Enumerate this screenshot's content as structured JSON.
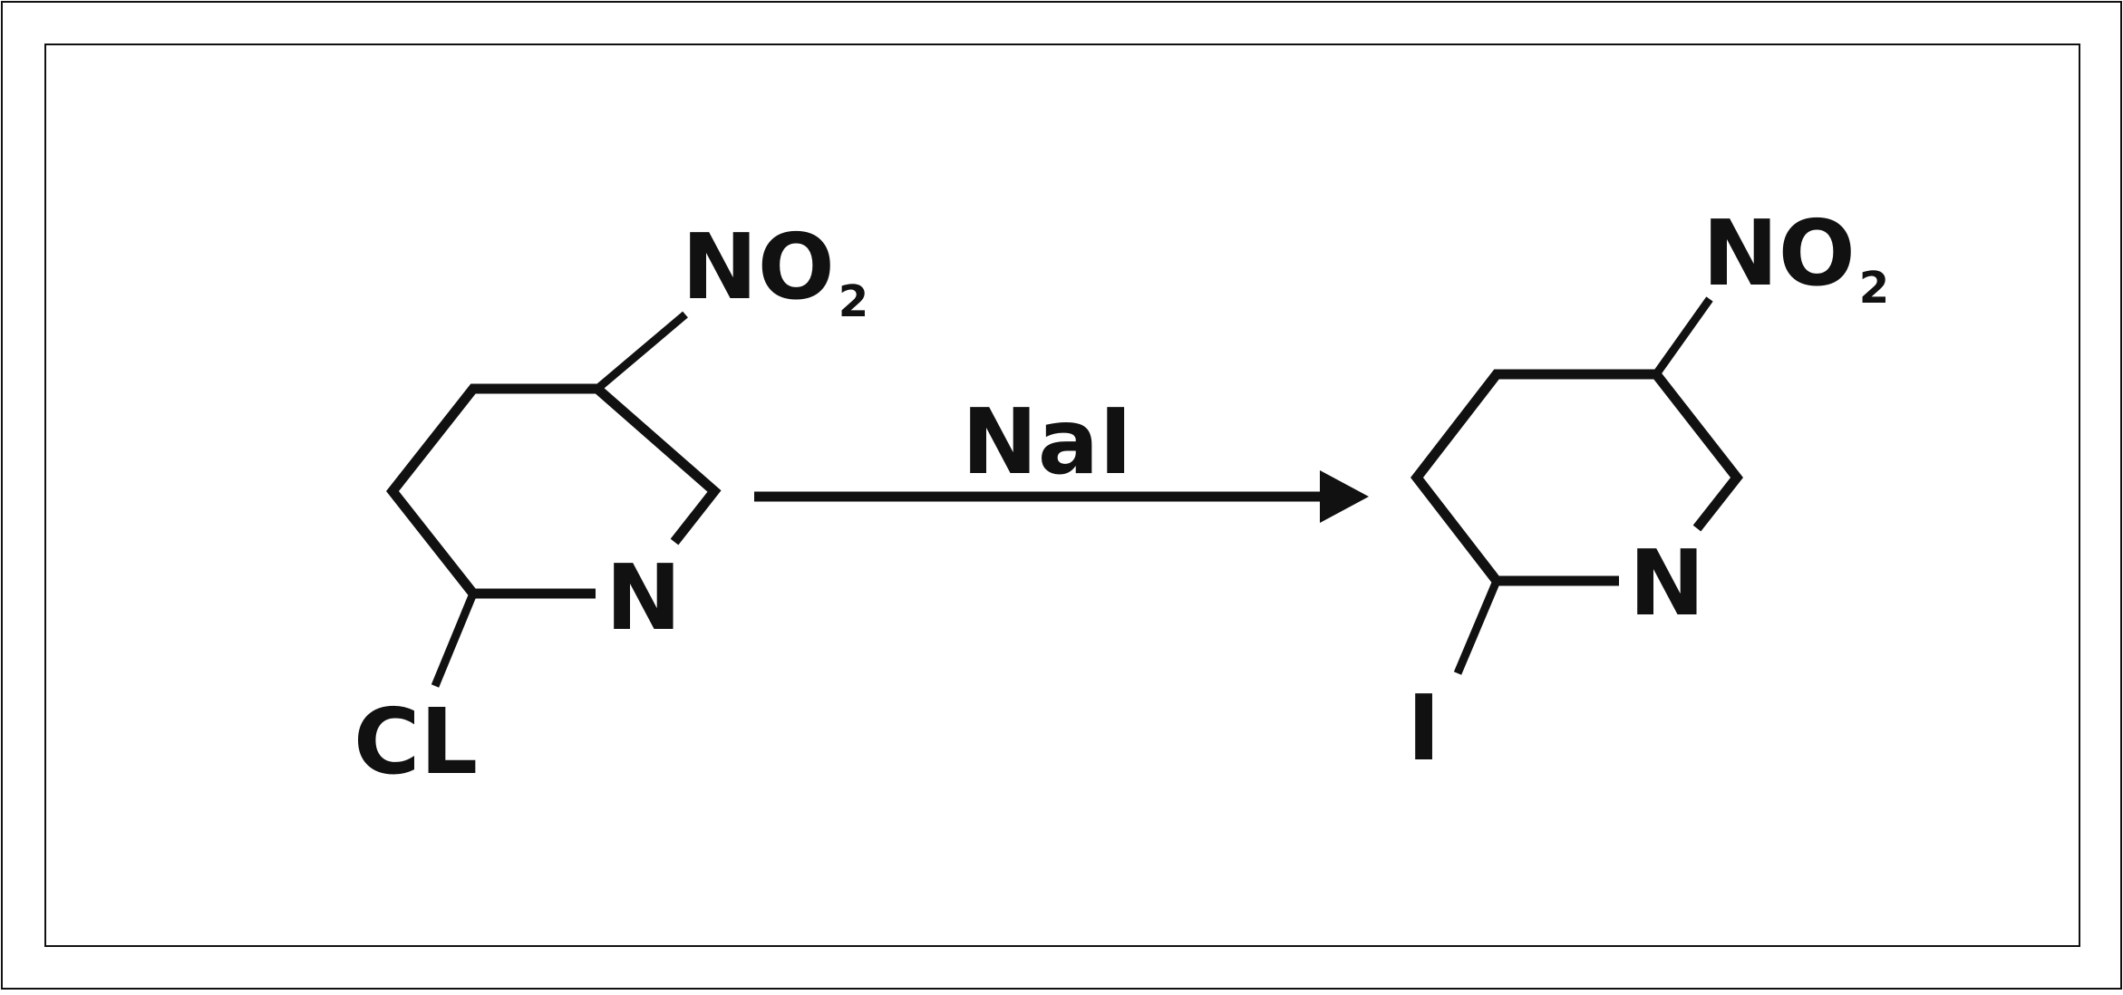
{
  "diagram": {
    "reactant": {
      "substituent_top": "NO",
      "substituent_top_sub": "2",
      "ring_heteroatom": "N",
      "substituent_bottom": "CL"
    },
    "reagent": "NaI",
    "product": {
      "substituent_top": "NO",
      "substituent_top_sub": "2",
      "ring_heteroatom": "N",
      "substituent_bottom": "I"
    }
  }
}
